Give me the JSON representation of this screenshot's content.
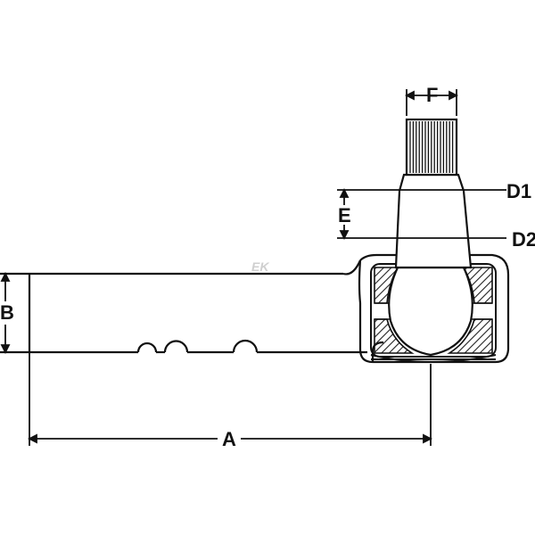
{
  "diagram": {
    "labels": {
      "f": "F",
      "d1": "D1",
      "e": "E",
      "d2": "D2",
      "b": "B",
      "a": "A"
    },
    "watermark": "EK",
    "colors": {
      "line": "#111111",
      "hatch": "#333333",
      "background": "#ffffff"
    }
  }
}
